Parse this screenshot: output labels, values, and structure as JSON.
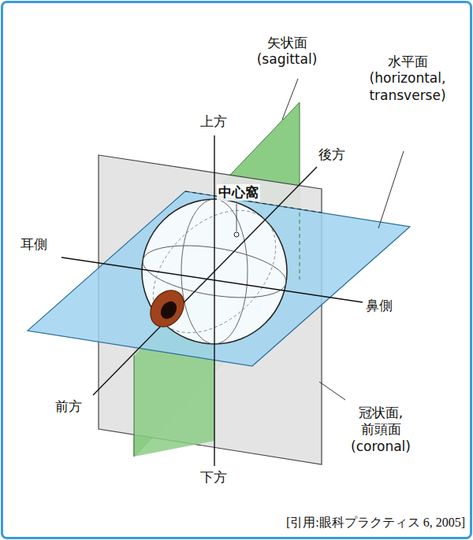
{
  "diagram": {
    "caption": "[引用:眼科プラクティス 6, 2005]",
    "labels": [
      "矢状面 (sagittal)",
      "水平面 (horizontal, transverse)",
      "上方",
      "後方",
      "中心窩",
      "耳側",
      "鼻側",
      "前方",
      "下方",
      "冠状面, 前頭面 (coronal)"
    ]
  }
}
